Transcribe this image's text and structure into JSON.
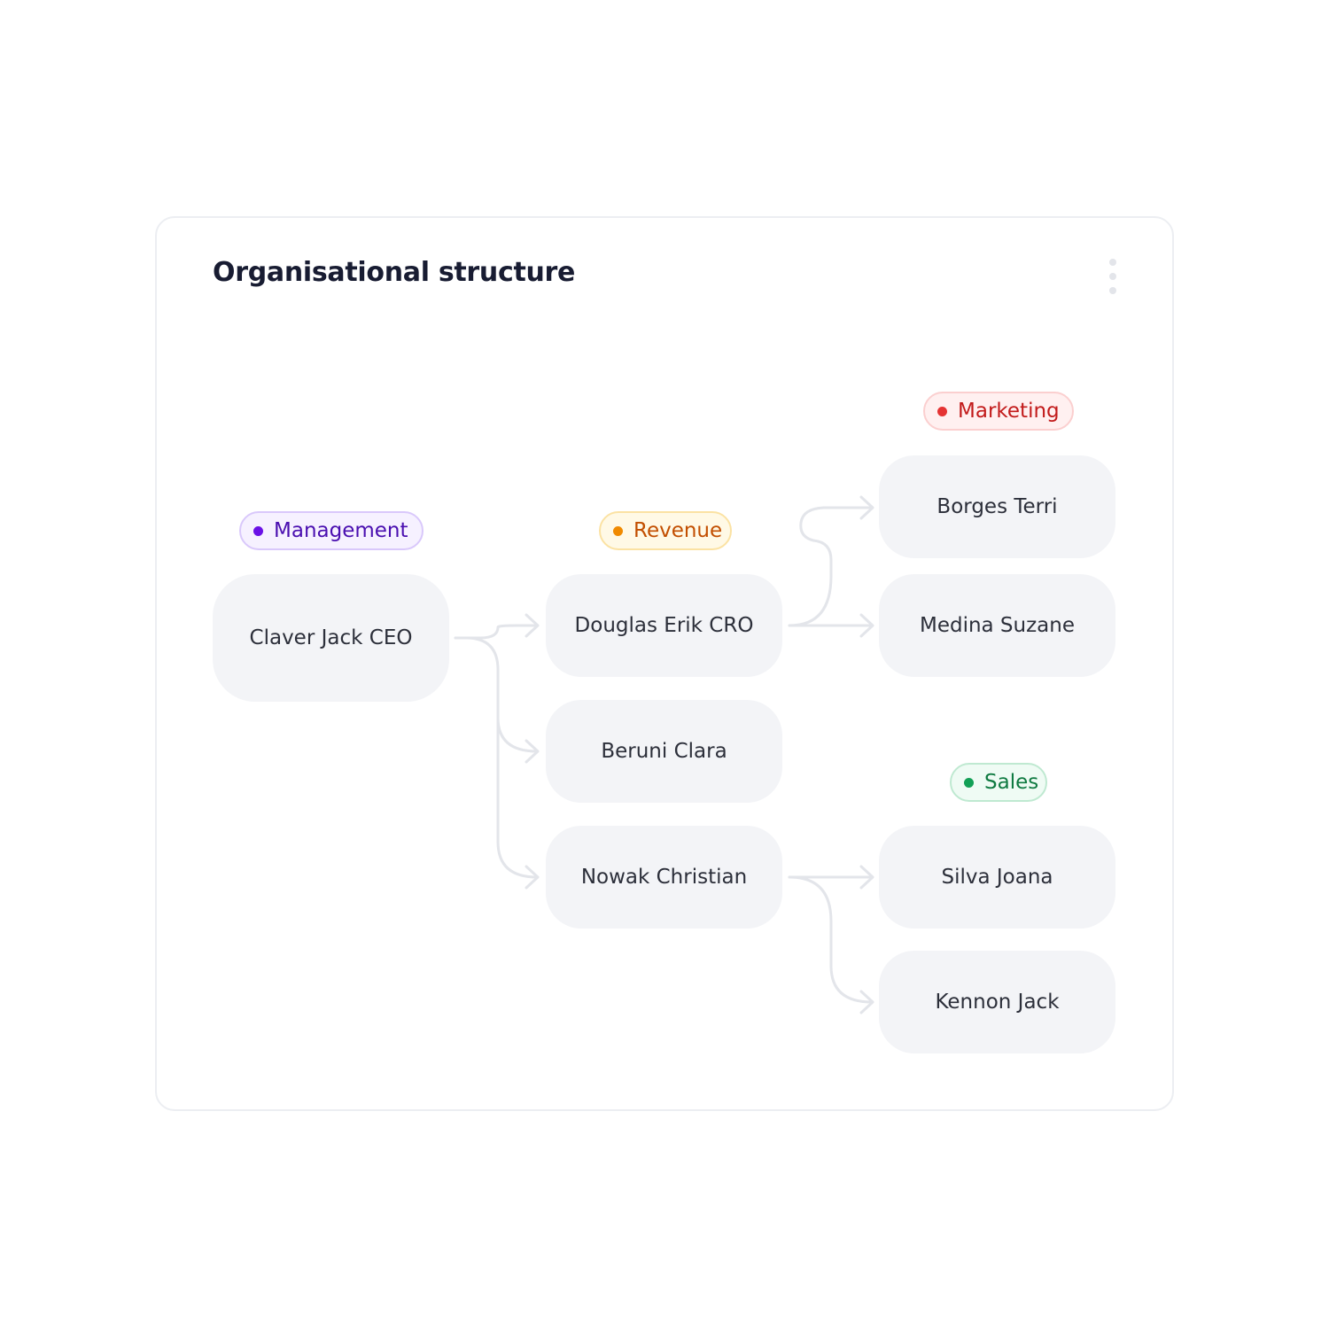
{
  "card": {
    "title": "Organisational structure",
    "menu_icon": "kebab-vertical-icon"
  },
  "departments": {
    "management": {
      "label": "Management",
      "color": "#6a11e6"
    },
    "revenue": {
      "label": "Revenue",
      "color": "#f08a00"
    },
    "marketing": {
      "label": "Marketing",
      "color": "#e53333"
    },
    "sales": {
      "label": "Sales",
      "color": "#12a056"
    }
  },
  "people": {
    "claver": "Claver Jack CEO",
    "douglas": "Douglas Erik CRO",
    "beruni": "Beruni Clara",
    "nowak": "Nowak Christian",
    "borges": "Borges Terri",
    "medina": "Medina Suzane",
    "silva": "Silva Joana",
    "kennon": "Kennon Jack"
  },
  "connector_color": "#e3e5ea"
}
